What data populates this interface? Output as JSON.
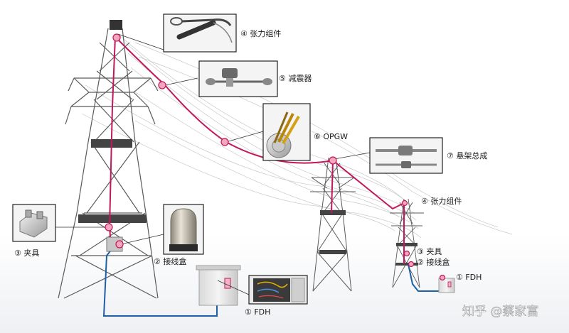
{
  "labels": {
    "tension_top": "④ 张力组件",
    "damper": "⑤ 减震器",
    "opgw": "⑥ OPGW",
    "suspension": "⑦ 悬架总成",
    "tension_right": "④ 张力组件",
    "clamp_left": "③ 夹具",
    "splice_left": "② 接线盒",
    "fdh_bottom": "① FDH",
    "clamp_right": "③ 夹具",
    "splice_right": "② 接线盒",
    "fdh_right": "① FDH"
  },
  "watermark": "知乎 @蔡家富",
  "colors": {
    "opgw_cable": "#c2185b",
    "fiber_cable": "#1e5fa8",
    "tower": "#5a5a5a",
    "marker_fill": "#f4a6bd",
    "inset_border": "#222222"
  }
}
